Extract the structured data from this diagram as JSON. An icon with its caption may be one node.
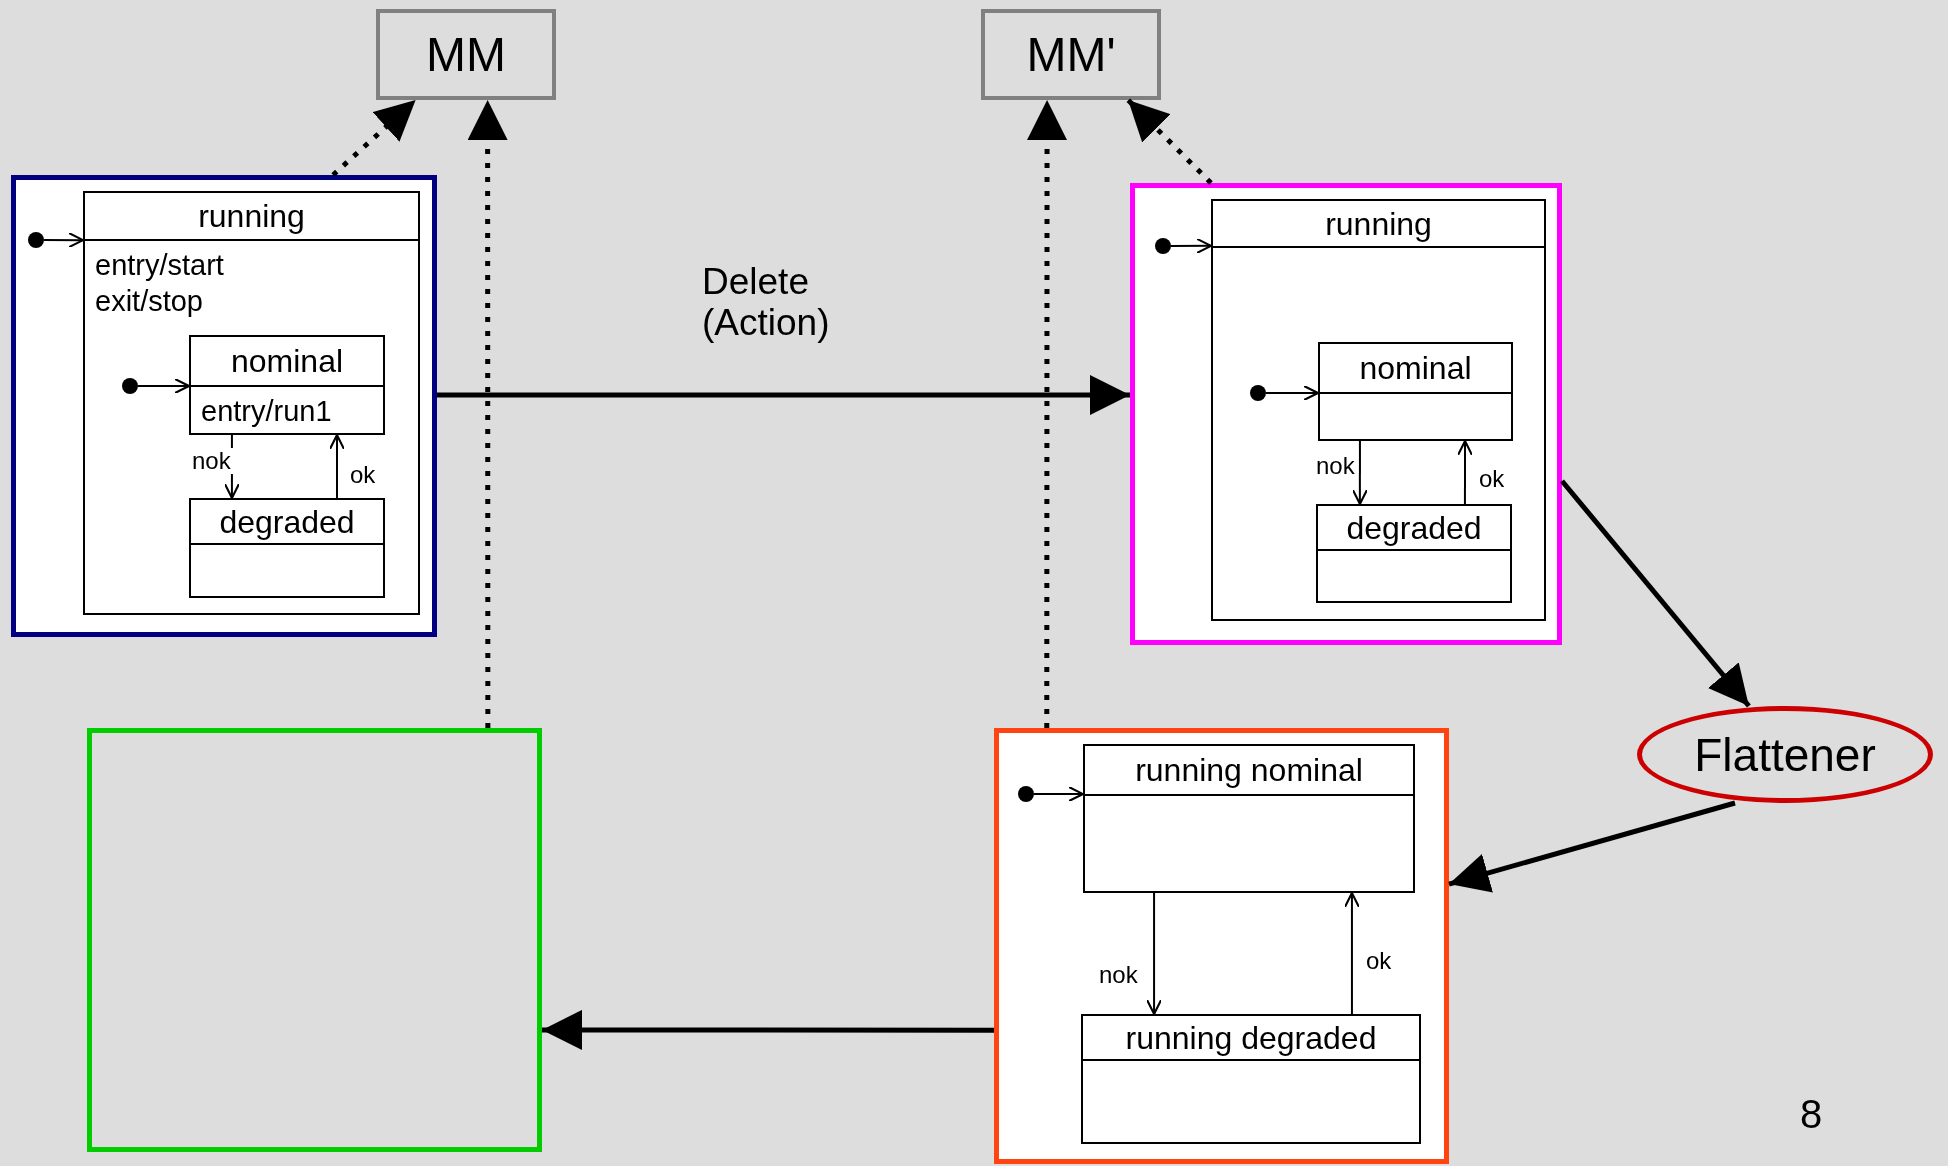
{
  "diagram": {
    "nodes": [
      {
        "text": [
          "MM"
        ]
      },
      {
        "text": [
          "MM'"
        ]
      },
      {
        "text": [],
        "shape": "box"
      },
      {
        "text": [],
        "shape": "circle",
        "in": 2
      },
      {
        "text": [
          "running",
          "entry/start exit/stop"
        ],
        "in": 2
      },
      {
        "text": [],
        "shape": "circle",
        "in": 4
      },
      {
        "text": [
          "nominal",
          "entry/run1"
        ],
        "in": 4
      },
      {
        "text": [
          "degraded"
        ],
        "in": 4
      },
      {
        "text": [],
        "shape": "box"
      },
      {
        "text": [],
        "shape": "circle",
        "in": 8
      },
      {
        "text": [
          "running"
        ],
        "in": 8
      },
      {
        "text": [],
        "shape": "circle",
        "in": 10
      },
      {
        "text": [
          "nominal"
        ],
        "in": 10
      },
      {
        "text": [
          "degraded"
        ],
        "in": 10
      },
      {
        "text": [
          "Flattener"
        ]
      },
      {
        "text": [],
        "shape": "box"
      },
      {
        "text": [],
        "shape": "box"
      },
      {
        "text": [],
        "shape": "circle",
        "in": 16
      },
      {
        "text": [
          "running nominal"
        ],
        "in": 16
      },
      {
        "text": [
          "running degraded"
        ],
        "in": 16
      }
    ],
    "edges": [
      {
        "from": 2,
        "to": 0,
        "arrow": "to",
        "style": "dashed"
      },
      {
        "from": 15,
        "to": 0,
        "arrow": "to",
        "style": "dashed"
      },
      {
        "from": 16,
        "to": 1,
        "arrow": "to",
        "style": "dashed"
      },
      {
        "from": 8,
        "to": 1,
        "arrow": "to",
        "style": "dashed"
      },
      {
        "from": 2,
        "to": 8,
        "arrow": "to",
        "label": "Delete (Action)",
        "style": "thick"
      },
      {
        "from": 8,
        "to": 14,
        "arrow": "to",
        "style": "thick"
      },
      {
        "from": 14,
        "to": 16,
        "arrow": "to",
        "style": "thick"
      },
      {
        "from": 16,
        "to": 15,
        "arrow": "to",
        "style": "thick"
      },
      {
        "from": 3,
        "to": 4,
        "arrow": "to"
      },
      {
        "from": 5,
        "to": 6,
        "arrow": "to"
      },
      {
        "from": 6,
        "to": 7,
        "arrow": "to",
        "label": "nok"
      },
      {
        "from": 7,
        "to": 6,
        "arrow": "to",
        "label": "ok"
      },
      {
        "from": 9,
        "to": 10,
        "arrow": "to"
      },
      {
        "from": 11,
        "to": 12,
        "arrow": "to"
      },
      {
        "from": 12,
        "to": 13,
        "arrow": "to",
        "label": "nok"
      },
      {
        "from": 13,
        "to": 12,
        "arrow": "to",
        "label": "ok"
      },
      {
        "from": 17,
        "to": 18,
        "arrow": "to"
      },
      {
        "from": 18,
        "to": 19,
        "arrow": "to",
        "label": "nok"
      },
      {
        "from": 19,
        "to": 18,
        "arrow": "to",
        "label": "ok"
      }
    ],
    "labels": [
      "8"
    ]
  }
}
